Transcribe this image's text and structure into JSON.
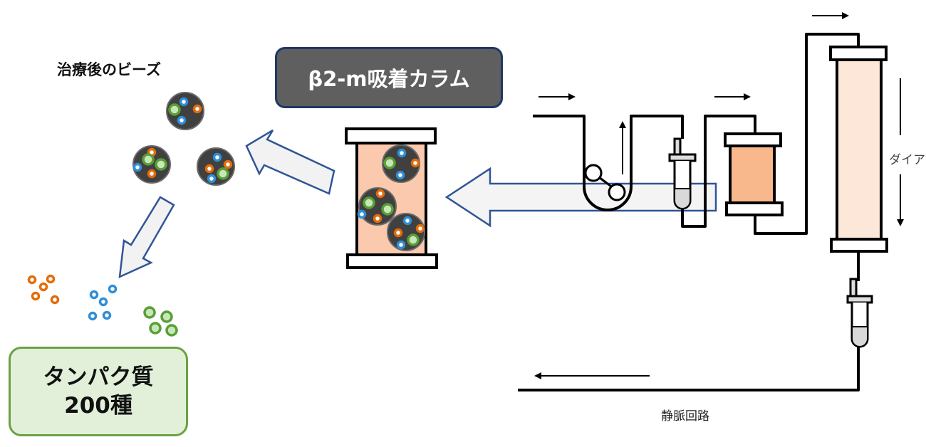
{
  "labels": {
    "beads_after_treatment": "治療後のビーズ",
    "column_name": "β2-m吸着カラム",
    "protein_line1": "タンパク質",
    "protein_line2": "200種",
    "venous_circuit": "静脈回路",
    "dialysate_partial": "ダイア"
  },
  "colors": {
    "bead_body": "#404040",
    "protein_orange": "#e36c0a",
    "protein_blue": "#2e8fd8",
    "protein_green": "#5a9e36",
    "protein_green_fill": "#c6e8b8",
    "column_fill": "#fbcaae",
    "adsorber_fill": "#f8b88b",
    "dialyzer_fill": "#fde7d9",
    "block_arrow_stroke": "#2f5597",
    "block_arrow_fill": "#f2f2f2",
    "label_box_fill": "#5f5f5f",
    "protein_box_fill": "#e2f0d9",
    "protein_box_border": "#6aa243"
  },
  "diagram": {
    "components": [
      "blood pump",
      "drip chamber",
      "β2-m adsorption column",
      "dialyzer",
      "venous drip chamber"
    ],
    "free_protein_groups": [
      "orange",
      "blue",
      "green"
    ]
  }
}
